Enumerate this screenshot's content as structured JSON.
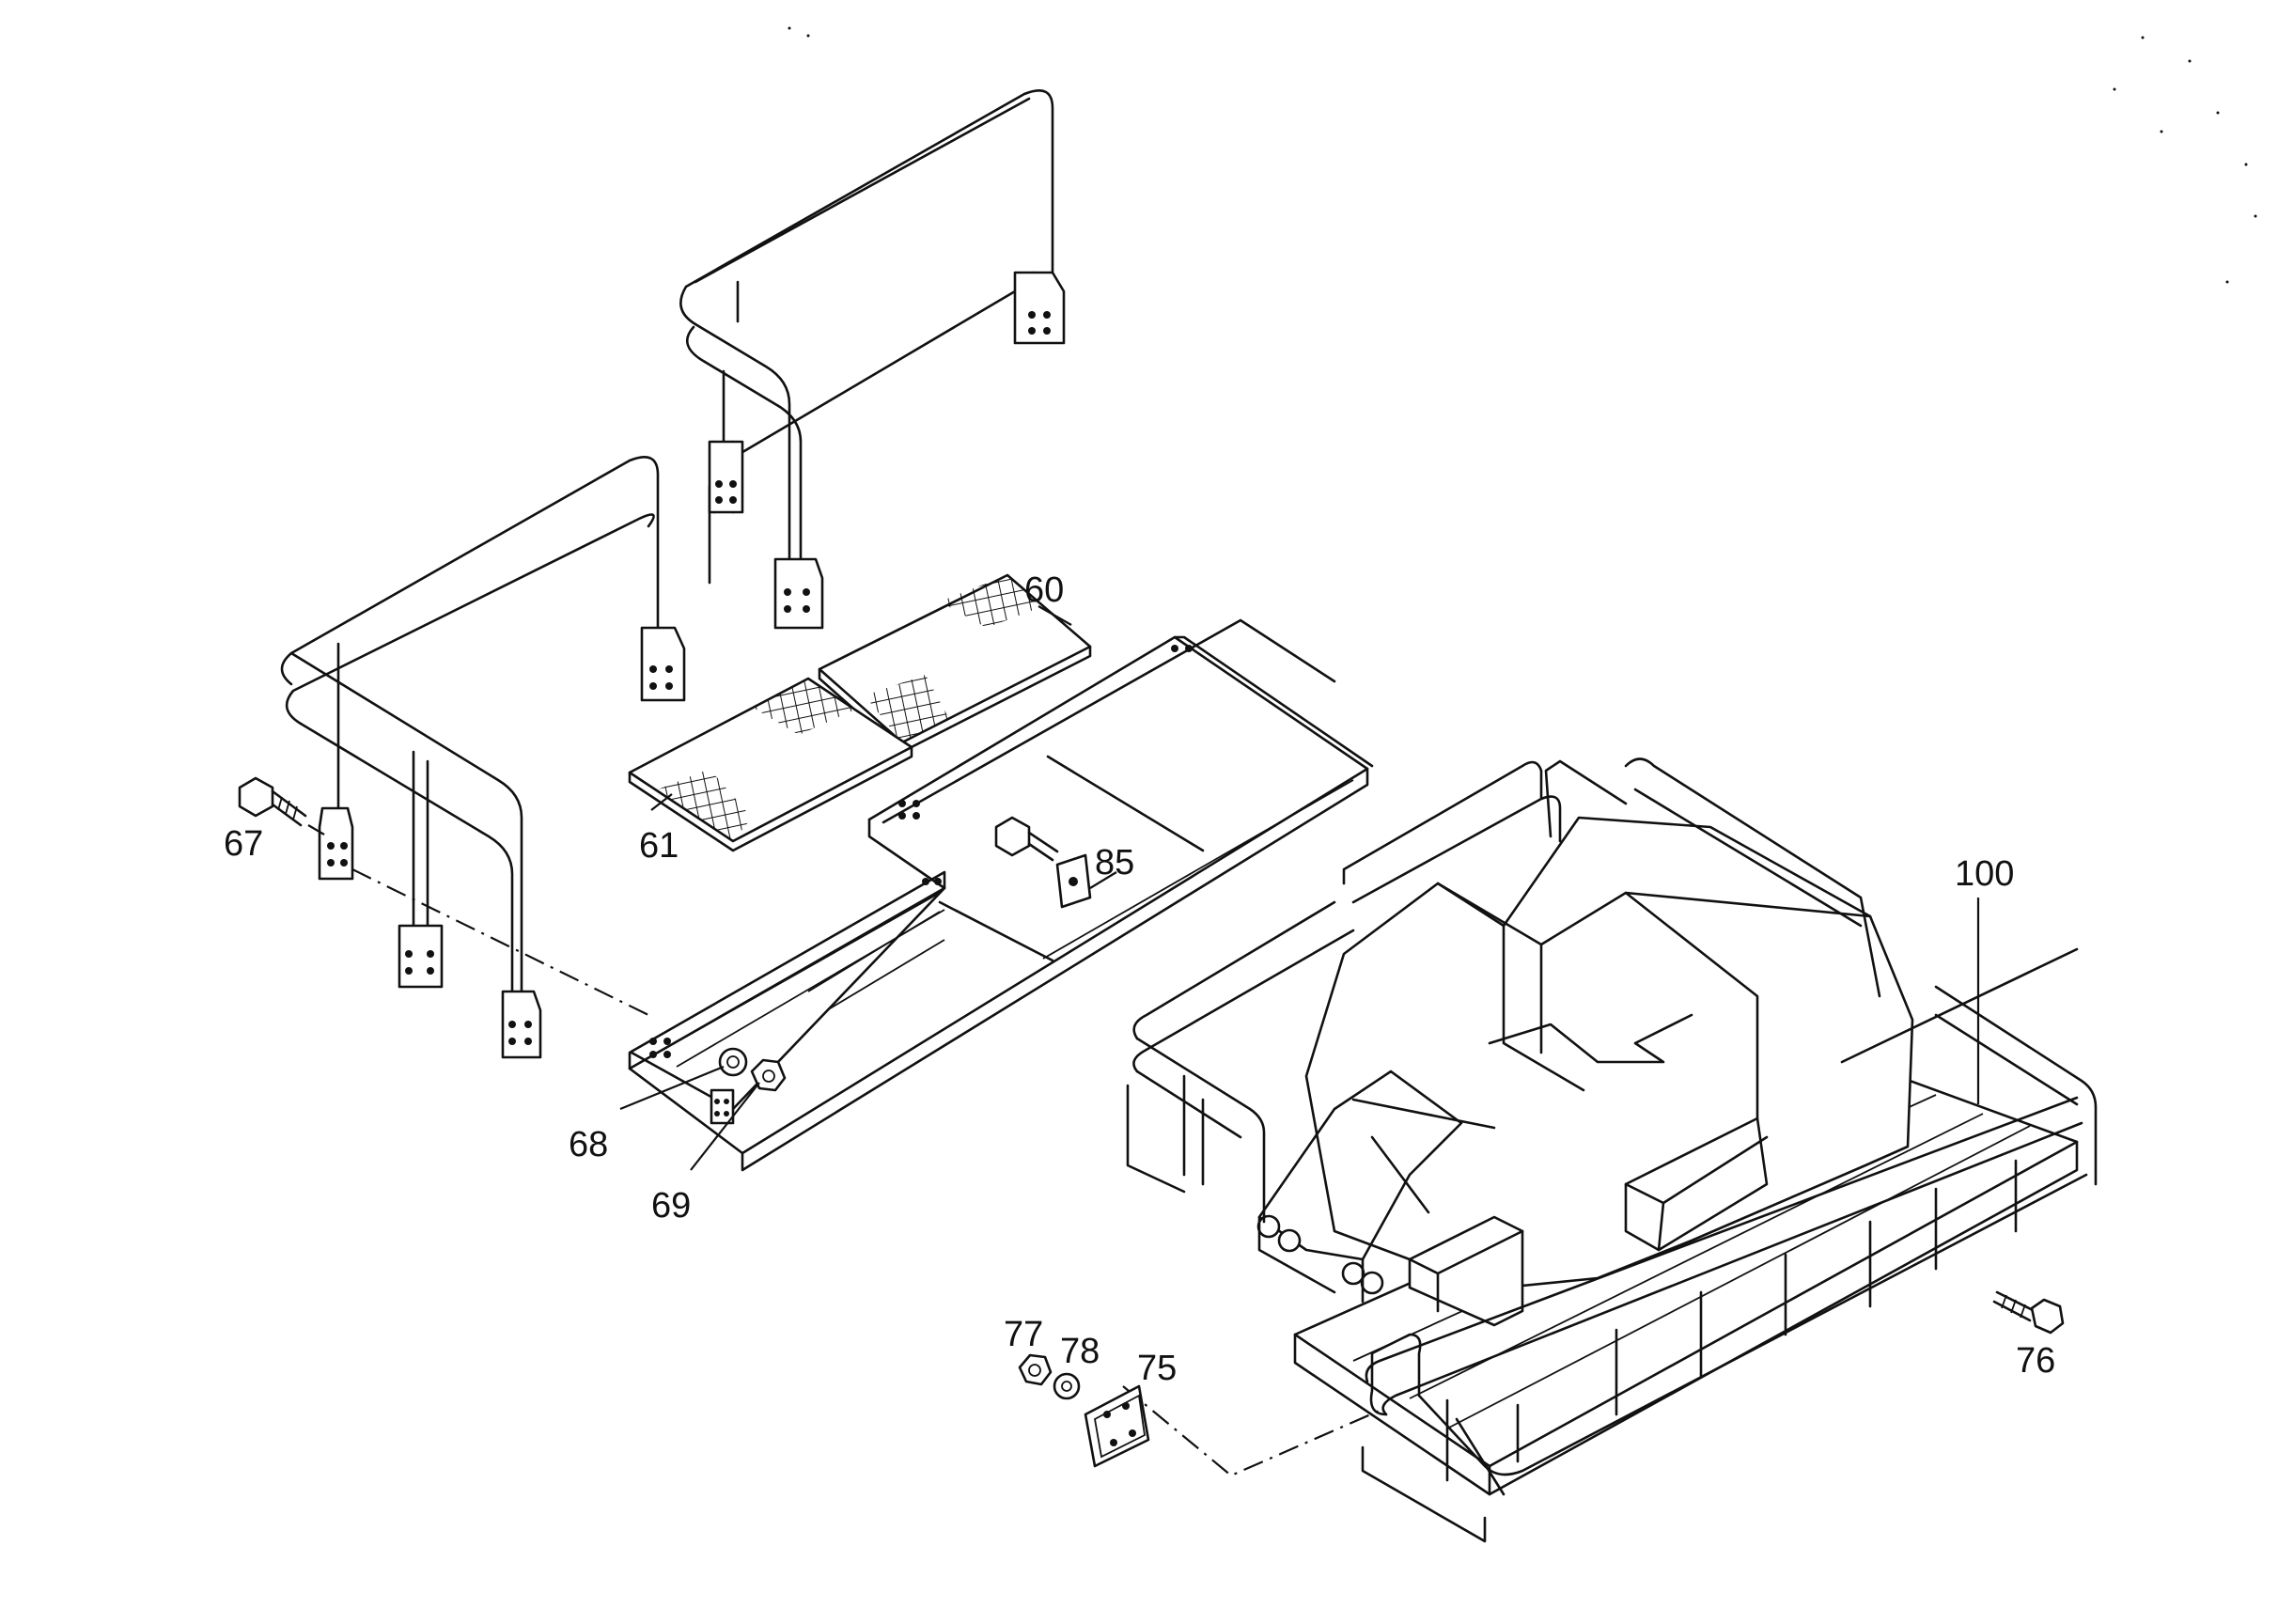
{
  "diagram": {
    "callouts": [
      {
        "id": "60",
        "label": "60"
      },
      {
        "id": "61",
        "label": "61"
      },
      {
        "id": "67",
        "label": "67"
      },
      {
        "id": "68",
        "label": "68"
      },
      {
        "id": "69",
        "label": "69"
      },
      {
        "id": "75",
        "label": "75"
      },
      {
        "id": "76",
        "label": "76"
      },
      {
        "id": "77",
        "label": "77"
      },
      {
        "id": "78",
        "label": "78"
      },
      {
        "id": "85",
        "label": "85"
      },
      {
        "id": "100",
        "label": "100"
      }
    ]
  }
}
